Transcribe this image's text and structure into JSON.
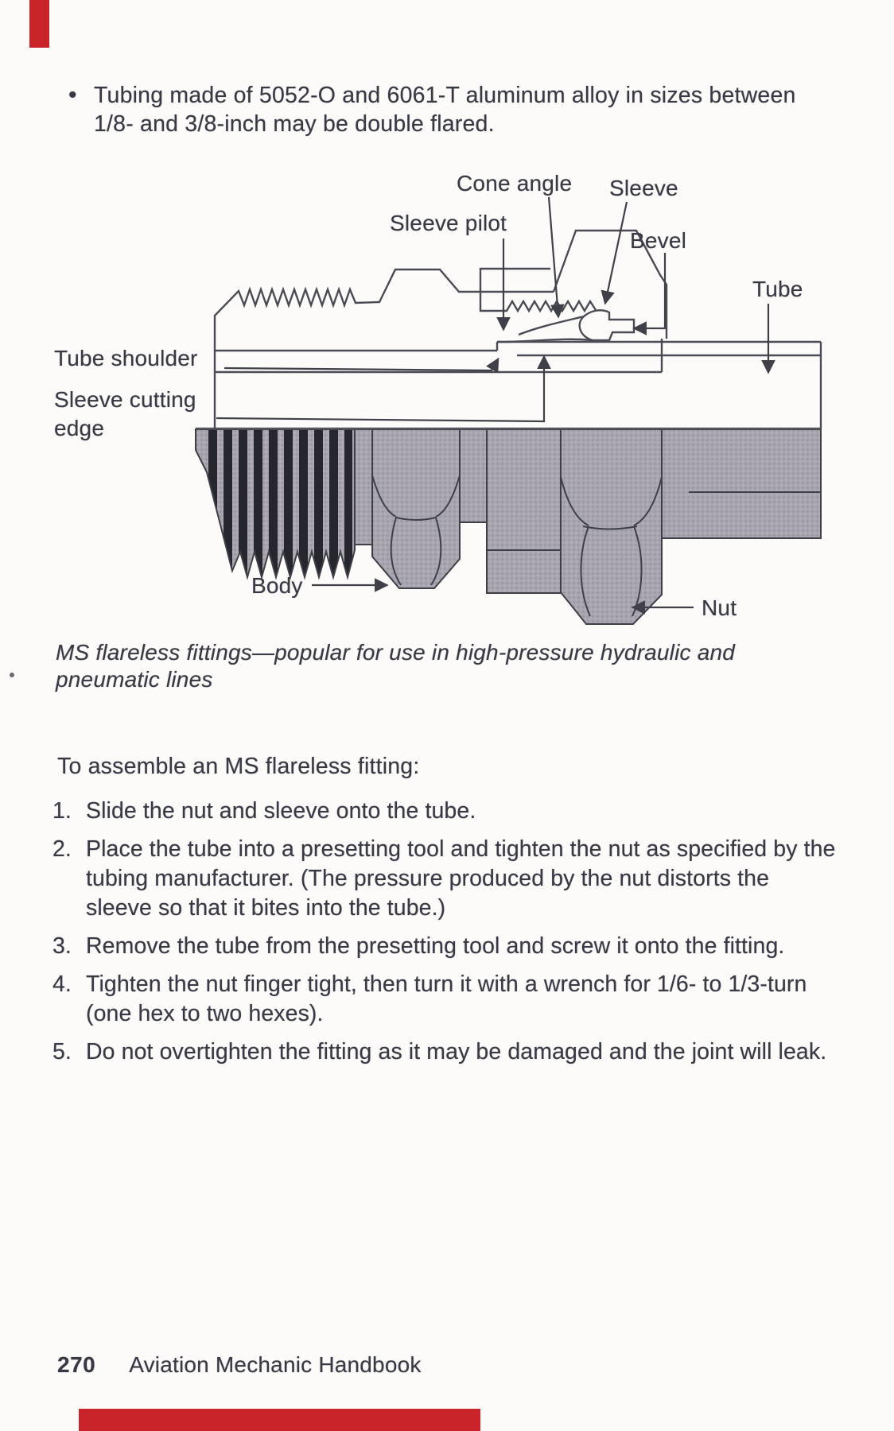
{
  "bullet": {
    "marker": "•",
    "text": "Tubing made of 5052-O and 6061-T aluminum alloy in sizes between\n1/8- and 3/8-inch may be double flared."
  },
  "figure": {
    "labels": {
      "cone_angle": "Cone angle",
      "sleeve": "Sleeve",
      "sleeve_pilot": "Sleeve pilot",
      "bevel": "Bevel",
      "tube": "Tube",
      "tube_shoulder": "Tube shoulder",
      "sleeve_cutting_line1": "Sleeve cutting",
      "sleeve_cutting_line2": "edge",
      "body": "Body",
      "nut": "Nut"
    },
    "caption": "MS flareless fittings—popular for use in high-pressure hydraulic and\npneumatic lines"
  },
  "assembly": {
    "intro": "To assemble an MS flareless fitting:",
    "steps": [
      {
        "num": "1.",
        "text": "Slide the nut and sleeve onto the tube."
      },
      {
        "num": "2.",
        "text": "Place the tube into a presetting tool and tighten the nut as specified by the\ntubing manufacturer. (The pressure produced by the nut distorts the\nsleeve so that it bites into the tube.)"
      },
      {
        "num": "3.",
        "text": "Remove the tube from the presetting tool and screw it onto the fitting."
      },
      {
        "num": "4.",
        "text": "Tighten the nut finger tight, then turn it with a wrench for 1/6- to 1/3-turn\n(one hex to two hexes)."
      },
      {
        "num": "5.",
        "text": "Do not overtighten the fitting as it may be damaged and the joint will leak."
      }
    ]
  },
  "footer": {
    "page_number": "270",
    "book_title": "Aviation Mechanic Handbook"
  },
  "colors": {
    "ink": "#383944",
    "line": "#4a4b54",
    "diagram_gray": "#a8a5af",
    "stipple_dot": "#8e8b96",
    "thread_stripe": "#26262e",
    "red_mark": "#c8242a"
  }
}
